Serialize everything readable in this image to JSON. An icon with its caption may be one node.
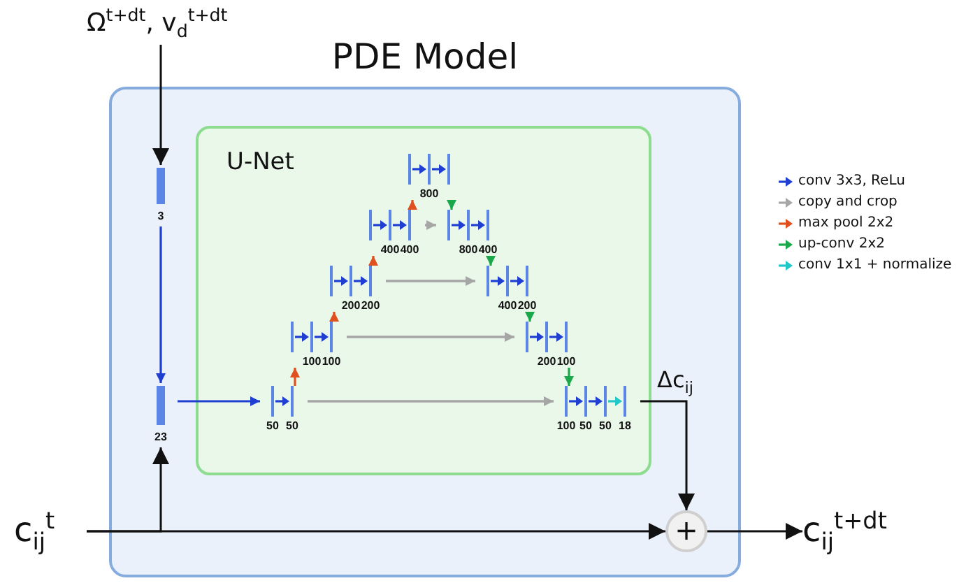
{
  "diagram": {
    "nodes": [
      {
        "text": [
          "Ω$^{t+dt}$, v$_{d}$$^{t+dt}$"
        ]
      },
      {
        "text": [
          "PDE Model"
        ]
      },
      {
        "text": [
          "3"
        ],
        "in": 1
      },
      {
        "text": [
          "U-Net"
        ],
        "in": 1
      },
      {
        "text": [
          "800"
        ],
        "in": 3
      },
      {
        "text": [
          "400",
          "400"
        ],
        "in": 3
      },
      {
        "text": [
          "800",
          "400"
        ],
        "in": 3
      },
      {
        "text": [
          "200",
          "200"
        ],
        "in": 3
      },
      {
        "text": [
          "400",
          "200"
        ],
        "in": 3
      },
      {
        "text": [
          "100",
          "100"
        ],
        "in": 3
      },
      {
        "text": [
          "200",
          "100"
        ],
        "in": 3
      },
      {
        "text": [
          "23"
        ],
        "in": 1
      },
      {
        "text": [
          "50",
          "50"
        ],
        "in": 3
      },
      {
        "text": [
          "100",
          "50",
          "50",
          "18"
        ],
        "in": 3
      },
      {
        "text": [
          "c$_{ij}$$^{t}$"
        ]
      },
      {
        "text": [
          "+"
        ],
        "in": 1
      },
      {
        "text": [
          "c$_{ij}$$^{t+dt}$"
        ]
      }
    ],
    "edges": [
      {
        "from": 0,
        "to": 2,
        "arrow": "to"
      },
      {
        "from": 2,
        "to": 11,
        "arrow": "to",
        "color": "#1f3fd0"
      },
      {
        "from": 11,
        "to": 12,
        "arrow": "to",
        "color": "#1f3fd0"
      },
      {
        "from": 12,
        "to": 9,
        "arrow": "to",
        "color": "#e0501e"
      },
      {
        "from": 9,
        "to": 7,
        "arrow": "to",
        "color": "#e0501e"
      },
      {
        "from": 7,
        "to": 5,
        "arrow": "to",
        "color": "#e0501e"
      },
      {
        "from": 5,
        "to": 4,
        "arrow": "to",
        "color": "#e0501e"
      },
      {
        "from": 4,
        "to": 6,
        "arrow": "to",
        "color": "#1aa84a"
      },
      {
        "from": 6,
        "to": 8,
        "arrow": "to",
        "color": "#1aa84a"
      },
      {
        "from": 8,
        "to": 10,
        "arrow": "to",
        "color": "#1aa84a"
      },
      {
        "from": 10,
        "to": 13,
        "arrow": "to",
        "color": "#1aa84a"
      },
      {
        "from": 5,
        "to": 6,
        "arrow": "to",
        "color": "#a6a6a6"
      },
      {
        "from": 7,
        "to": 8,
        "arrow": "to",
        "color": "#a6a6a6"
      },
      {
        "from": 9,
        "to": 10,
        "arrow": "to",
        "color": "#a6a6a6"
      },
      {
        "from": 12,
        "to": 13,
        "arrow": "to",
        "color": "#a6a6a6"
      },
      {
        "from": 13,
        "to": 15,
        "arrow": "to",
        "label": "Δc$_{ij}$"
      },
      {
        "from": 14,
        "to": 15,
        "arrow": "to"
      },
      {
        "from": 14,
        "to": 11,
        "arrow": "to"
      },
      {
        "from": 15,
        "to": 16,
        "arrow": "to"
      }
    ],
    "legend": [
      {
        "text": "conv 3x3, ReLu",
        "color": "#1f3fd0"
      },
      {
        "text": "copy and crop",
        "color": "#a6a6a6"
      },
      {
        "text": "max pool 2x2",
        "color": "#e0501e"
      },
      {
        "text": "up-conv 2x2",
        "color": "#1aa84a"
      },
      {
        "text": "conv 1x1 + normalize",
        "color": "#22c8c8"
      }
    ]
  }
}
